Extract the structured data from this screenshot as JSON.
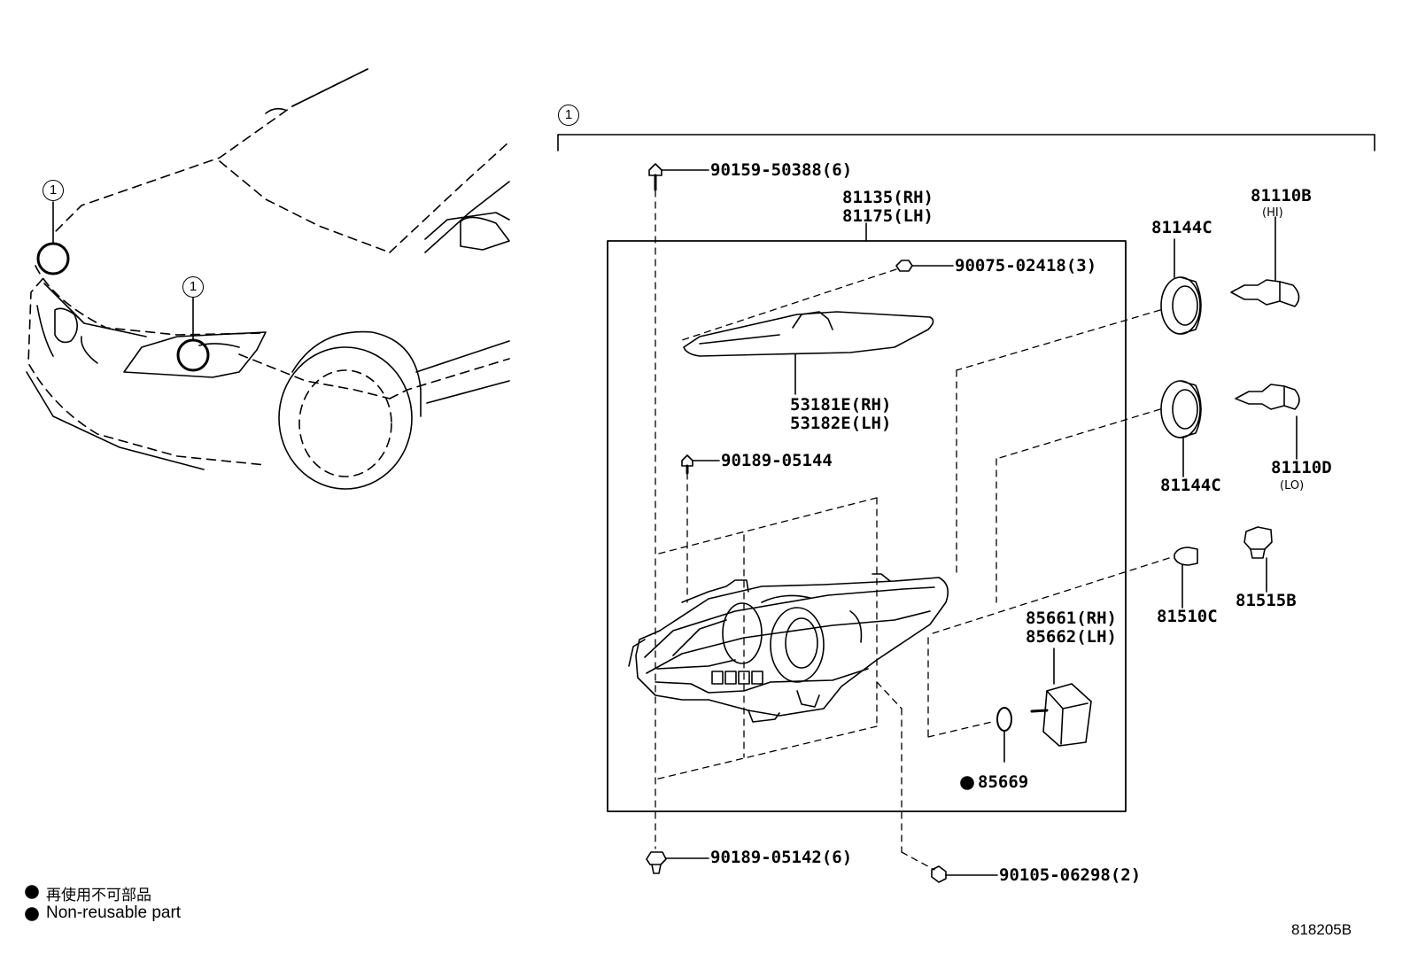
{
  "callout_number": "1",
  "labels": {
    "bolt_top": "90159-50388(6)",
    "headlamp_rh": "81135(RH)",
    "headlamp_lh": "81175(LH)",
    "screw_cover": "90075-02418(3)",
    "cover_rh": "53181E(RH)",
    "cover_lh": "53182E(LH)",
    "screw_small": "90189-05144",
    "socket_upper": "81144C",
    "bulb_hi": "81110B",
    "bulb_hi_note": "(HI)",
    "socket_lower": "81144C",
    "bulb_lo": "81110D",
    "bulb_lo_note": "(LO)",
    "bulb_small": "81510C",
    "socket_small": "81515B",
    "actuator_rh": "85661(RH)",
    "actuator_lh": "85662(LH)",
    "oring": "85669",
    "clip_bottom": "90189-05142(6)",
    "bolt_bottom": "90105-06298(2)"
  },
  "legend": {
    "line_jp": "再使用不可部品",
    "line_en": "Non-reusable part"
  },
  "figure_code": "818205B"
}
